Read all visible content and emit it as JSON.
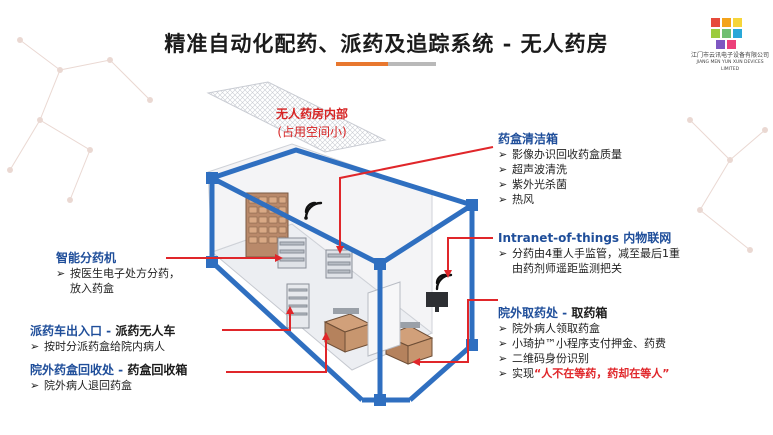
{
  "title": "精准自动化配药、派药及追踪系统 - 无人药房",
  "logo": {
    "line1": "江门市云讯电子设备有限公司",
    "line2": "JIANG MEN YUN XUN DEVICES LIMITED"
  },
  "inner_label": {
    "line1": "无人药房内部",
    "line2": "(占用空间小)"
  },
  "blocks": {
    "clean": {
      "heading": "药盒清洁箱",
      "items": [
        "影像办识回收药盒质量",
        "超声波清洗",
        "紫外光杀菌",
        "热风"
      ]
    },
    "iot": {
      "heading": "Intranet-of-things 内物联网",
      "items": [
        "分药由4重人手监管，减至最后1重",
        "由药剂师遥距监测把关"
      ]
    },
    "dispense": {
      "heading": "智能分药机",
      "items": [
        "按医生电子处方分药，",
        "放入药盒"
      ]
    },
    "car": {
      "heading": "派药车出入口 -",
      "heading_dark": " 派药无人车",
      "items": [
        "按时分派药盒给院内病人"
      ]
    },
    "recycle": {
      "heading": "院外药盒回收处 -",
      "heading_dark": " 药盒回收箱",
      "items": [
        "院外病人退回药盒"
      ]
    },
    "pickup": {
      "heading": "院外取药处 -",
      "heading_dark": " 取药箱",
      "items": [
        "院外病人领取药盒",
        "小琦护™小程序支付押金、药费",
        "二维码身份识别"
      ],
      "last_prefix": "实现",
      "last_quote": "“人不在等药，药却在等人”"
    }
  },
  "bullet": "➢",
  "colors": {
    "accent": "#e8772e",
    "blue": "#1f4e9a",
    "red": "#e0262a",
    "container": "#2f6fc0"
  }
}
